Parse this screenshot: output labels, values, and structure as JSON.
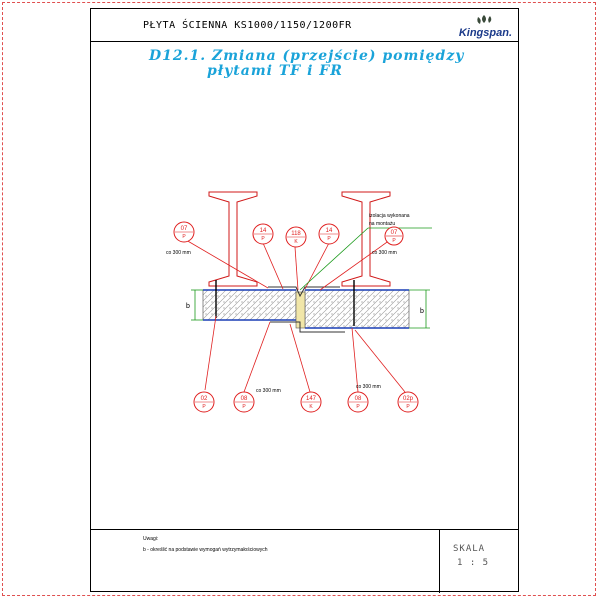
{
  "header": {
    "doc_title": "PŁYTA ŚCIENNA KS1000/1150/1200FR",
    "logo_text": "Kingspan."
  },
  "detail": {
    "title_line1": "D12.1. Zmiana (przejście) pomiędzy",
    "title_line2": "płytami TF i FR"
  },
  "labels": {
    "top_07": {
      "num": "07",
      "sub": "P"
    },
    "top_14a": {
      "num": "14",
      "sub": "P"
    },
    "top_118": {
      "num": "118",
      "sub": "K"
    },
    "top_14b": {
      "num": "14",
      "sub": "P"
    },
    "top_07b": {
      "num": "07",
      "sub": "P"
    },
    "bot_02": {
      "num": "02",
      "sub": "P"
    },
    "bot_08a": {
      "num": "08",
      "sub": "P"
    },
    "bot_147": {
      "num": "147",
      "sub": "K"
    },
    "bot_08b": {
      "num": "08",
      "sub": "P"
    },
    "bot_02p": {
      "num": "02p",
      "sub": "P"
    }
  },
  "annotations": {
    "spacing_1": "co 300 mm",
    "spacing_2": "co 300 mm",
    "spacing_3": "co 300 mm",
    "spacing_4": "co 300 mm",
    "insulation_note_1": "izolacja wykonana",
    "insulation_note_2": "na montażu",
    "dim_b_left": "b",
    "dim_b_right": "b"
  },
  "footer": {
    "notes_label": "Uwagi:",
    "notes_text": "b - określić na podstawie wymogań wytrzymałościowych",
    "scale_label": "SKALA",
    "scale_value": "1 : 5"
  },
  "colors": {
    "title": "#1aa3d9",
    "label_circle": "#e02020",
    "leader": "#e02020",
    "panel_face": "#1a3fb5",
    "dimension": "#1a9a1a",
    "beam": "#d01818"
  }
}
